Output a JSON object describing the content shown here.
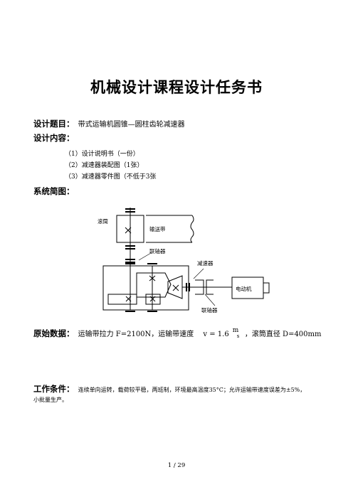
{
  "title": "机械设计课程设计任务书",
  "topic": {
    "label": "设计题目：",
    "value": "带式运输机圆锥—圆柱齿轮减速器"
  },
  "content": {
    "label": "设计内容：",
    "items": [
      "（1）设计说明书（一份）",
      "（2）减速器装配图（1张）",
      "（3）减速器零件图（不低于3张"
    ]
  },
  "sketch": {
    "label": "系统简图：",
    "labels": {
      "drum": "滚筒",
      "belt": "输送带",
      "coupling_top": "联轴器",
      "reducer": "减速器",
      "motor": "电动机",
      "coupling_bottom": "联轴器"
    }
  },
  "raw_data": {
    "label": "原始数据：",
    "force": "运输带拉力  F=2100N，运输带速度",
    "speed_symbol": "v = 1.6",
    "speed_unit_num": "m",
    "speed_unit_den": "s",
    "diameter": "，滚筒直径  D=400mm"
  },
  "conditions": {
    "label": "工作条件：",
    "text": "连续单向运转，载荷较平稳，两班制，环境最高温度35°C；允许运输带速度误差为±5%，",
    "text2": "小批量生产。"
  },
  "page": "1  /  29"
}
